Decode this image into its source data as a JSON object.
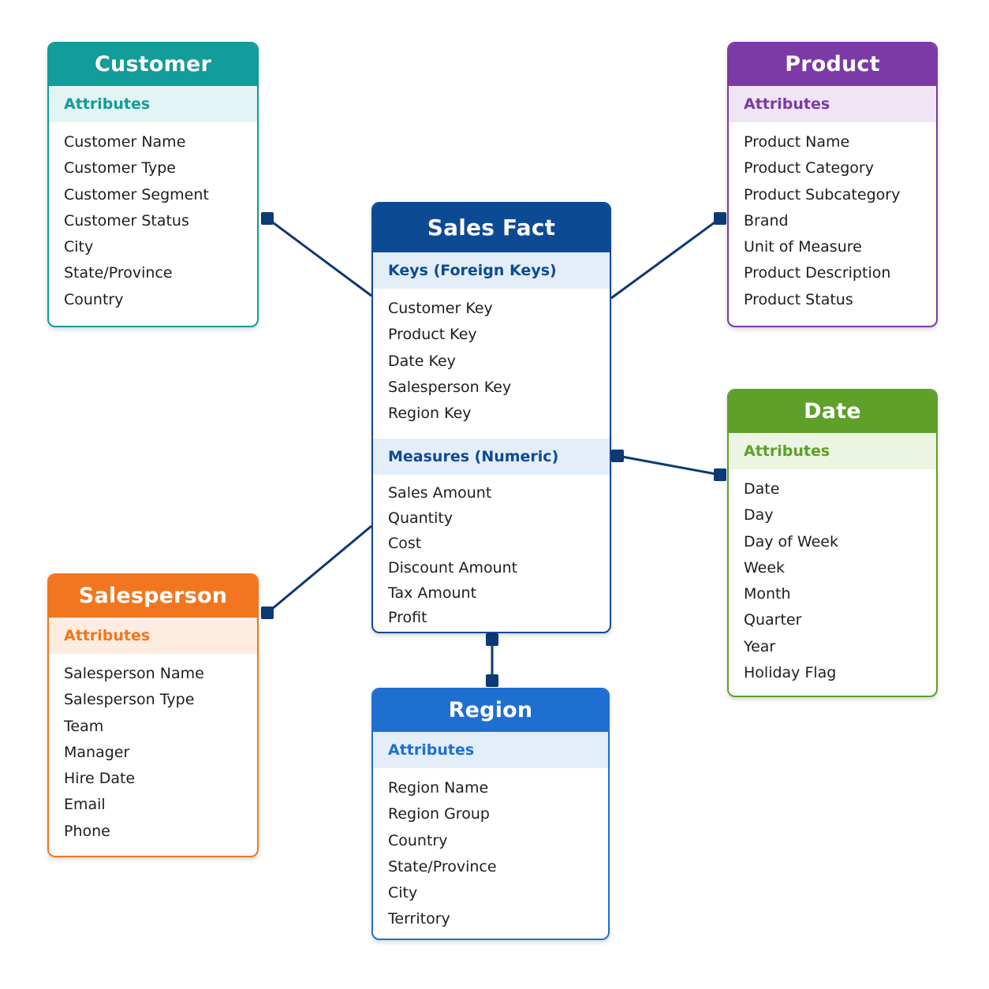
{
  "entities": {
    "customer": {
      "title": "Customer",
      "section": "Attributes",
      "fields": [
        "Customer Name",
        "Customer Type",
        "Customer Segment",
        "Customer Status",
        "City",
        "State/Province",
        "Country"
      ]
    },
    "product": {
      "title": "Product",
      "section": "Attributes",
      "fields": [
        "Product Name",
        "Product Category",
        "Product Subcategory",
        "Brand",
        "Unit of Measure",
        "Product Description",
        "Product Status"
      ]
    },
    "sales_fact": {
      "title": "Sales Fact",
      "keys_section": "Keys (Foreign Keys)",
      "keys": [
        "Customer Key",
        "Product Key",
        "Date Key",
        "Salesperson Key",
        "Region Key"
      ],
      "measures_section": "Measures (Numeric)",
      "measures": [
        "Sales Amount",
        "Quantity",
        "Cost",
        "Discount Amount",
        "Tax Amount",
        "Profit"
      ]
    },
    "date": {
      "title": "Date",
      "section": "Attributes",
      "fields": [
        "Date",
        "Day",
        "Day of Week",
        "Week",
        "Month",
        "Quarter",
        "Year",
        "Holiday Flag"
      ]
    },
    "salesperson": {
      "title": "Salesperson",
      "section": "Attributes",
      "fields": [
        "Salesperson Name",
        "Salesperson Type",
        "Team",
        "Manager",
        "Hire Date",
        "Email",
        "Phone"
      ]
    },
    "region": {
      "title": "Region",
      "section": "Attributes",
      "fields": [
        "Region Name",
        "Region Group",
        "Country",
        "State/Province",
        "City",
        "Territory"
      ]
    }
  },
  "colors": {
    "customer": "#129c9a",
    "product": "#7b3aa5",
    "sales_fact": "#0d4a94",
    "date": "#5ea02a",
    "salesperson": "#f2761f",
    "region": "#1f6fd1",
    "connector": "#0d3a75"
  }
}
